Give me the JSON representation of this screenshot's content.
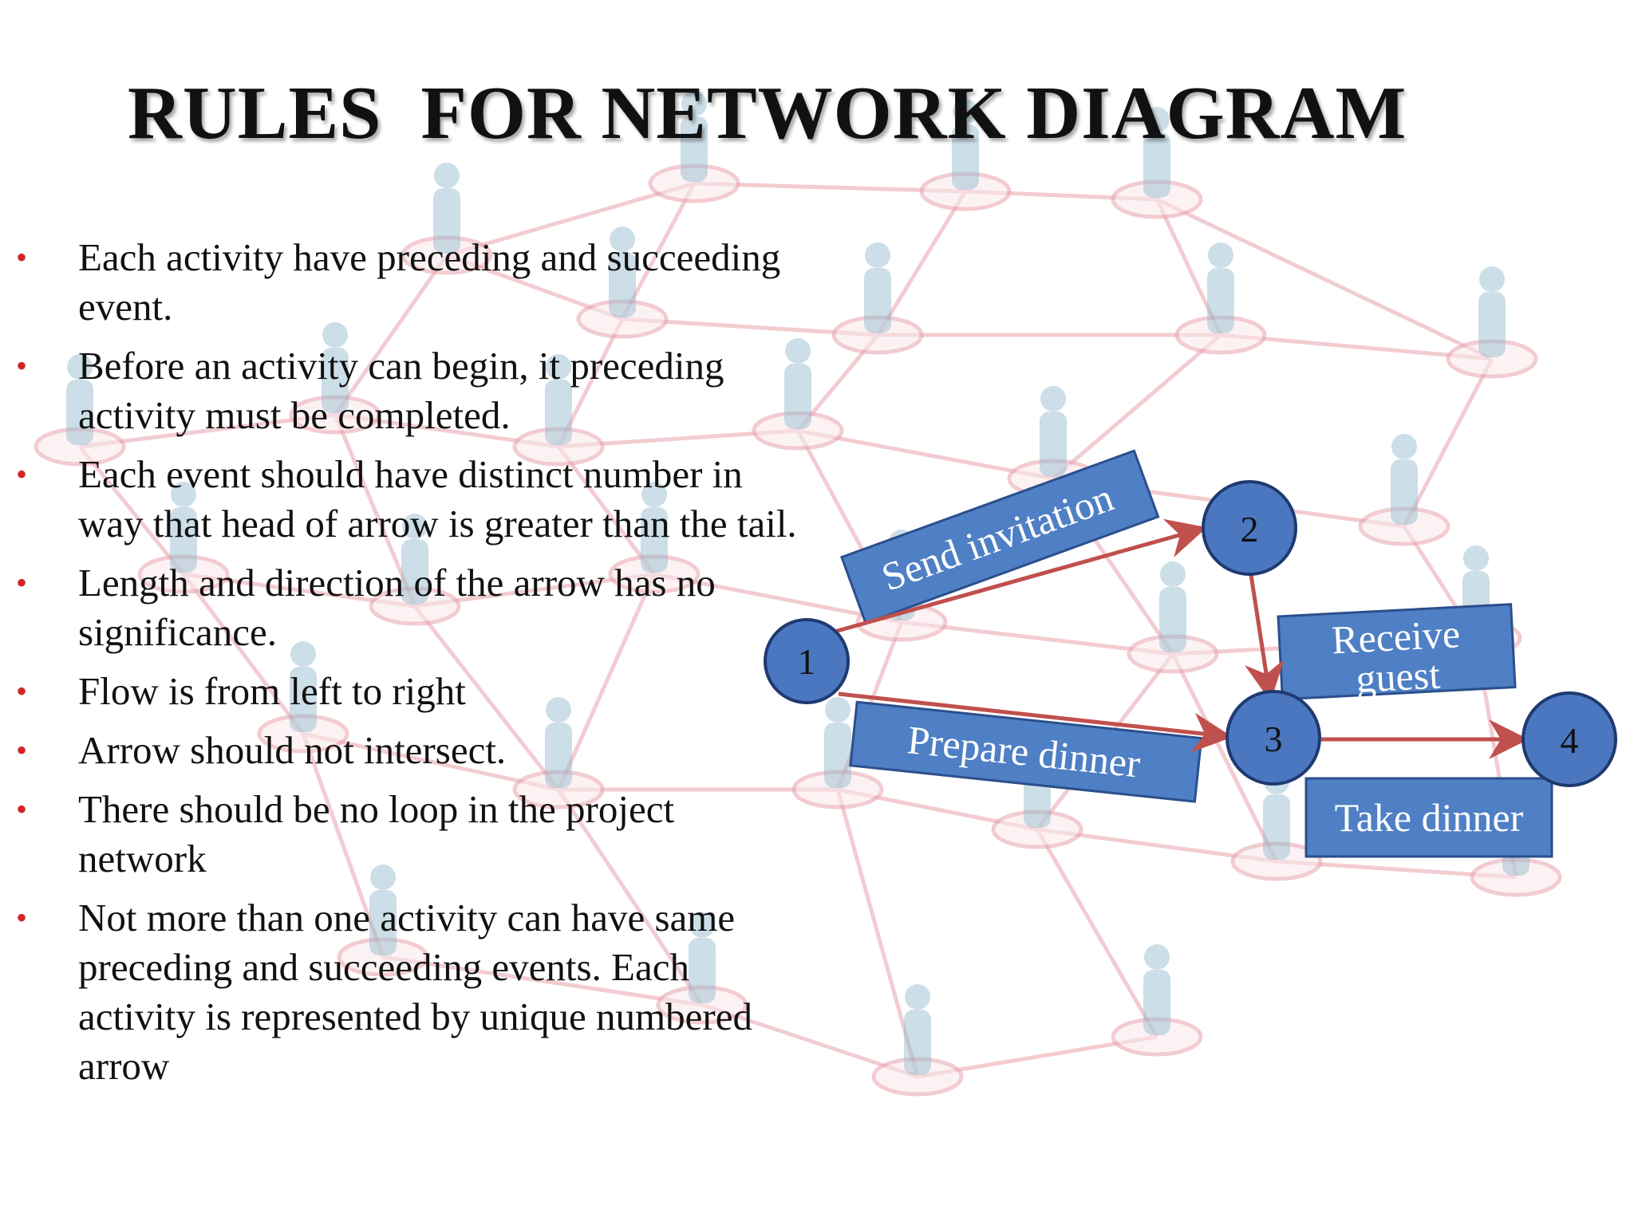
{
  "slide": {
    "title": "RULES  FOR NETWORK DIAGRAM",
    "bullets": [
      "Each activity have preceding and succeeding event.",
      "Before an activity can begin, it preceding activity must be completed.",
      "Each event should have distinct number in way that head of arrow is greater than the tail.",
      "Length and direction of the arrow has no significance.",
      "Flow is from left to right",
      "Arrow should not intersect.",
      "There should be no loop in the project network",
      "Not more than one activity can have same preceding and succeeding events. Each activity is represented by unique numbered arrow"
    ]
  },
  "diagram": {
    "events": [
      "1",
      "2",
      "3",
      "4"
    ],
    "activities": [
      {
        "from": "1",
        "to": "2",
        "label": "Send invitation"
      },
      {
        "from": "2",
        "to": "3",
        "label_lines": [
          "Receive",
          "guest"
        ]
      },
      {
        "from": "1",
        "to": "3",
        "label": "Prepare dinner"
      },
      {
        "from": "3",
        "to": "4",
        "label": "Take dinner"
      }
    ]
  },
  "colors": {
    "node_fill": "#4a77c0",
    "node_stroke": "#1f3a70",
    "box_fill": "#4f7fc4",
    "arrow": "#c0504d",
    "bullet": "#d0262a",
    "background_network": "#e8a0ab",
    "background_people": "#8fb8cc"
  }
}
